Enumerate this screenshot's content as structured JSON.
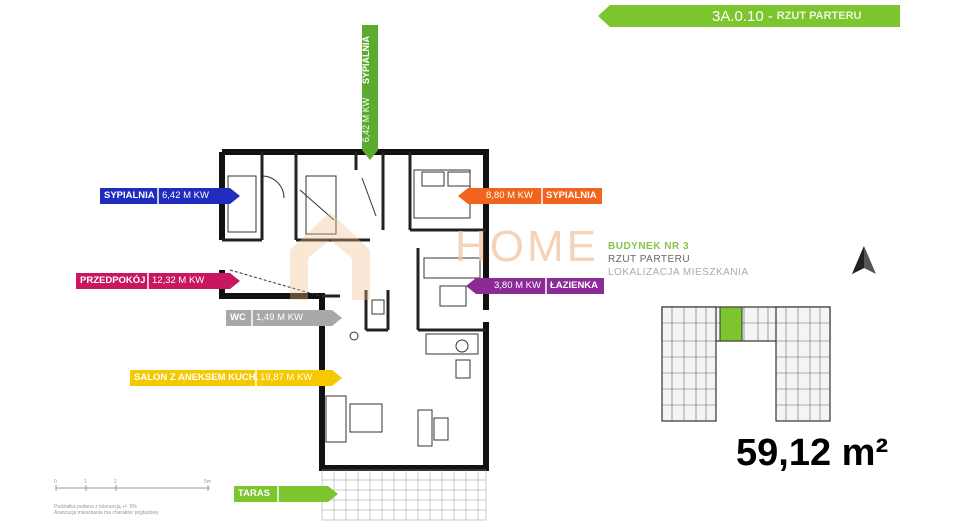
{
  "header": {
    "code": "3A.0.10",
    "subtitle": "RZUT PARTERU"
  },
  "rooms": {
    "sypialnia_left": {
      "name": "SYPIALNIA",
      "area": "6,42 M KW",
      "color": "#1f2cbd"
    },
    "sypialnia_top": {
      "name": "SYPIALNIA",
      "area": "6,42 M KW",
      "color": "#5cab31"
    },
    "sypialnia_right": {
      "name": "SYPIALNIA",
      "area": "8,80 M KW",
      "color": "#f0641e"
    },
    "przedpokoj": {
      "name": "PRZEDPOKÓJ",
      "area": "12,32 M KW",
      "color": "#c8175f"
    },
    "lazienka": {
      "name": "ŁAZIENKA",
      "area": "3,80 M KW",
      "color": "#8a2b96"
    },
    "wc": {
      "name": "WC",
      "area": "1,49 M KW",
      "color": "#a8a8a8"
    },
    "salon": {
      "name": "SALON Z ANEKSEM KUCH.",
      "area": "19,87 M KW",
      "color": "#f5c800"
    },
    "taras": {
      "name": "TARAS",
      "color": "#7cc52e"
    }
  },
  "watermark": "HOME",
  "building": {
    "title": "BUDYNEK NR 3",
    "floor": "RZUT PARTERU",
    "location": "LOKALIZACJA MIESZKANIA"
  },
  "total_area": "59,12 m²",
  "scale": {
    "ticks": [
      "0",
      "1",
      "2",
      "5m"
    ]
  },
  "footnote": {
    "line1": "Podziałka podana z tolerancją +/- 5%",
    "line2": "Aranżacja mieszkania ma charakter poglądowy"
  },
  "compass": {
    "icon": "north-arrow-icon"
  }
}
